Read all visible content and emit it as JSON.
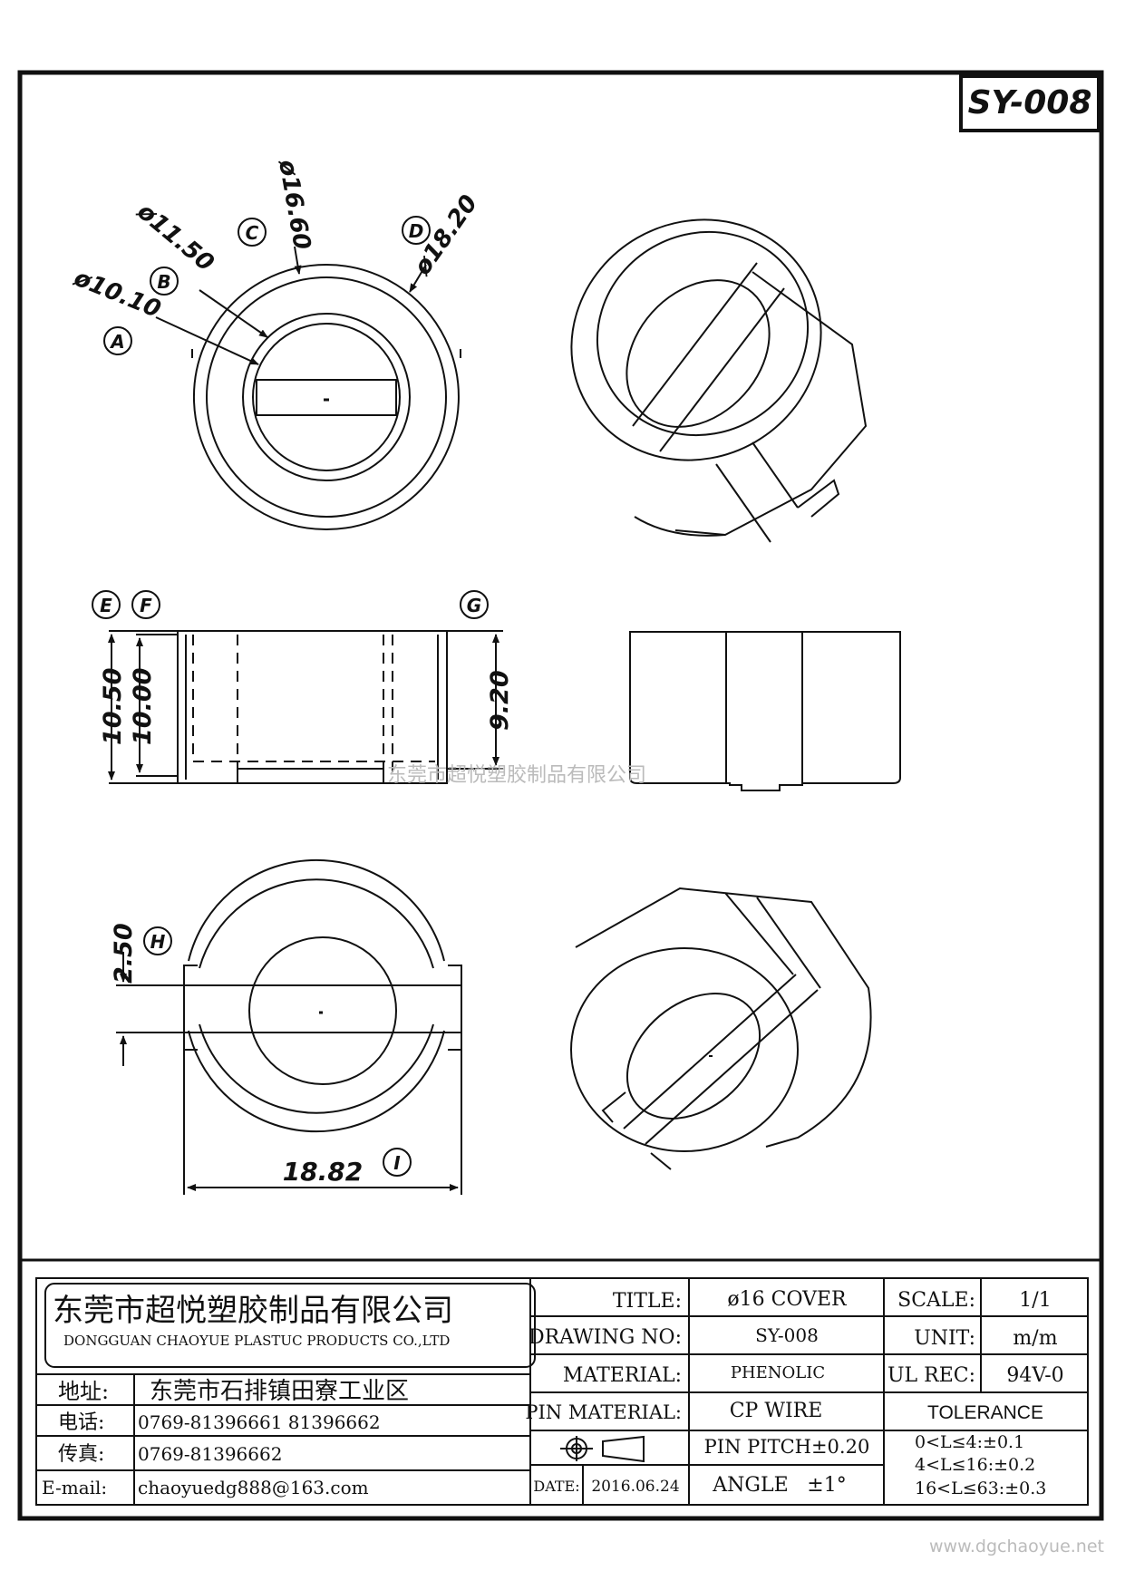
{
  "drawing_code": "SY-008",
  "dimensions": {
    "A": {
      "marker": "A",
      "value": "ø10.10"
    },
    "B": {
      "marker": "B",
      "value": "ø11.50"
    },
    "C": {
      "marker": "C",
      "value": "ø16.60"
    },
    "D": {
      "marker": "D",
      "value": "ø18.20"
    },
    "E": {
      "marker": "E",
      "value": "10.50"
    },
    "F": {
      "marker": "F",
      "value": "10.00"
    },
    "G": {
      "marker": "G",
      "value": "9.20"
    },
    "H": {
      "marker": "H",
      "value": "2.50"
    },
    "I": {
      "marker": "I",
      "value": "18.82"
    }
  },
  "watermark_center": "东莞市超悦塑胶制品有限公司",
  "watermark_url": "www.dgchaoyue.net",
  "title_block": {
    "company_cn": "东莞市超悦塑胶制品有限公司",
    "company_en": "DONGGUAN CHAOYUE PLASTUC PRODUCTS CO.,LTD",
    "address_label": "地址:",
    "address_value": "东莞市石排镇田寮工业区",
    "phone_label": "电话:",
    "phone_value": "0769-81396661  81396662",
    "fax_label": "传真:",
    "fax_value": "0769-81396662",
    "email_label": "E-mail:",
    "email_value": "chaoyuedg888@163.com",
    "title_label": "TITLE:",
    "title_value": "ø16 COVER",
    "drawing_no_label": "DRAWING NO:",
    "drawing_no_value": "SY-008",
    "material_label": "MATERIAL:",
    "material_value": "PHENOLIC",
    "pin_material_label": "PIN MATERIAL:",
    "pin_material_value": "CP WIRE",
    "pin_pitch": "PIN PITCH±0.20",
    "date_label": "DATE:",
    "date_value": "2016.06.24",
    "angle_label": "ANGLE",
    "angle_value": "±1°",
    "scale_label": "SCALE:",
    "scale_value": "1/1",
    "unit_label": "UNIT:",
    "unit_value": "m/m",
    "ul_rec_label": "UL REC:",
    "ul_rec_value": "94V-0",
    "tolerance_label": "TOLERANCE",
    "tolerance_lines": [
      "0<L≤4:±0.1",
      "4<L≤16:±0.2",
      "16<L≤63:±0.3"
    ]
  }
}
